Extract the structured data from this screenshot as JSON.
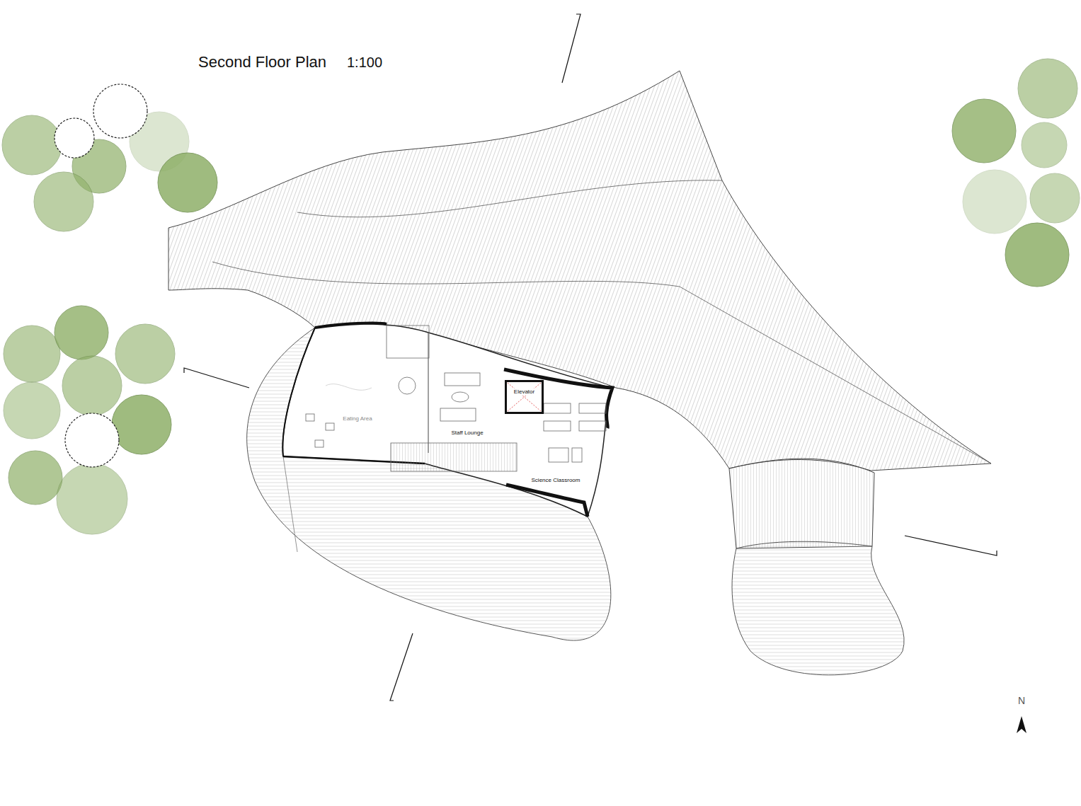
{
  "diagram": {
    "title": "Second Floor Plan",
    "nodes": [
      {
        "text": [
          "Elevator"
        ]
      }
    ],
    "labels": [
      "1:100",
      "Eating Area",
      "Staff Lounge",
      "Science Classroom",
      "N"
    ]
  }
}
